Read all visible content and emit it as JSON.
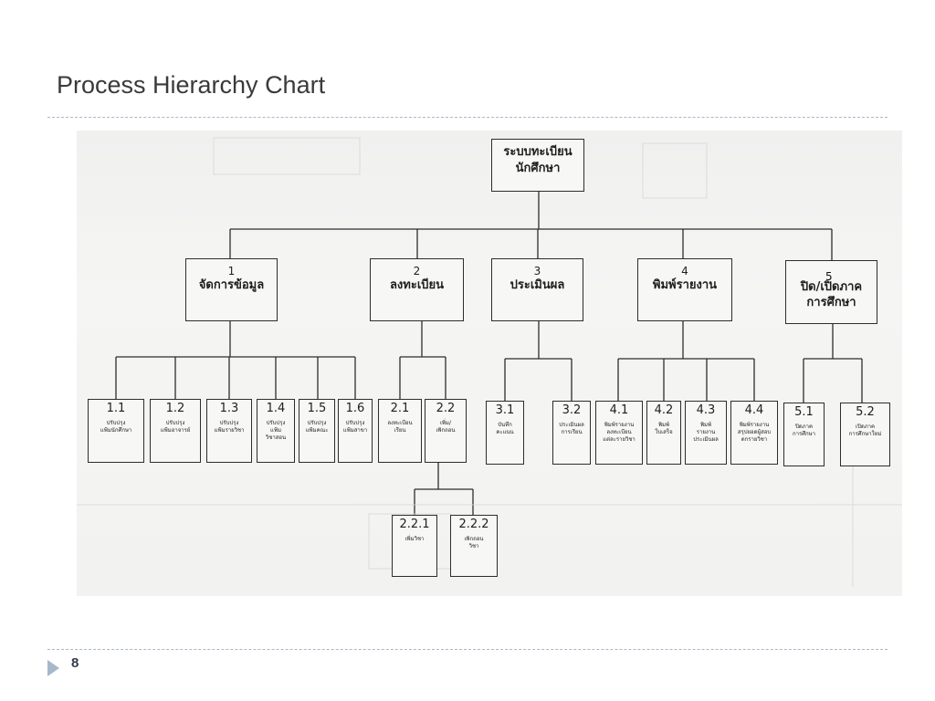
{
  "slide": {
    "title": "Process Hierarchy Chart",
    "page_number": "8"
  },
  "diagram": {
    "root": {
      "label": "ระบบทะเบียน\nนักศึกษา"
    },
    "level1": [
      {
        "num": "1",
        "label": "จัดการข้อมูล"
      },
      {
        "num": "2",
        "label": "ลงทะเบียน"
      },
      {
        "num": "3",
        "label": "ประเมินผล"
      },
      {
        "num": "4",
        "label": "พิมพ์รายงาน"
      },
      {
        "num": "5",
        "label": "ปิด/เปิดภาค\nการศึกษา"
      }
    ],
    "level2": [
      {
        "num": "1.1",
        "label": "ปรับปรุง\nแฟ้มนักศึกษา"
      },
      {
        "num": "1.2",
        "label": "ปรับปรุง\nแฟ้มอาจารย์"
      },
      {
        "num": "1.3",
        "label": "ปรับปรุง\nแฟ้มรายวิชา"
      },
      {
        "num": "1.4",
        "label": "ปรับปรุง\nแฟ้ม\nวิชาสอน"
      },
      {
        "num": "1.5",
        "label": "ปรับปรุง\nแฟ้มคณะ"
      },
      {
        "num": "1.6",
        "label": "ปรับปรุง\nแฟ้มสาขา"
      },
      {
        "num": "2.1",
        "label": "ลงทะเบียน\nเรียน"
      },
      {
        "num": "2.2",
        "label": "เพิ่ม/\nเพิกถอน"
      },
      {
        "num": "3.1",
        "label": "บันทึก\nคะแนน"
      },
      {
        "num": "3.2",
        "label": "ประเมินผล\nการเรียน"
      },
      {
        "num": "4.1",
        "label": "พิมพ์รายงาน\nลงทะเบียน\nแต่ละรายวิชา"
      },
      {
        "num": "4.2",
        "label": "พิมพ์\nใบเสร็จ"
      },
      {
        "num": "4.3",
        "label": "พิมพ์\nรายงาน\nประเมินผล"
      },
      {
        "num": "4.4",
        "label": "พิมพ์รายงาน\nสรุปยอดผู้สอบ\nตกรายวิชา"
      },
      {
        "num": "5.1",
        "label": "ปิดภาค\nการศึกษา"
      },
      {
        "num": "5.2",
        "label": "เปิดภาค\nการศึกษาใหม่"
      }
    ],
    "level3": [
      {
        "num": "2.2.1",
        "label": "เพิ่มวิชา"
      },
      {
        "num": "2.2.2",
        "label": "เพิกถอน\nวิชา"
      }
    ],
    "annotation": "5"
  },
  "colors": {
    "line": "#2d2d2d",
    "rule": "#a9b7c6",
    "footer_arrow": "#a6b8cc"
  }
}
